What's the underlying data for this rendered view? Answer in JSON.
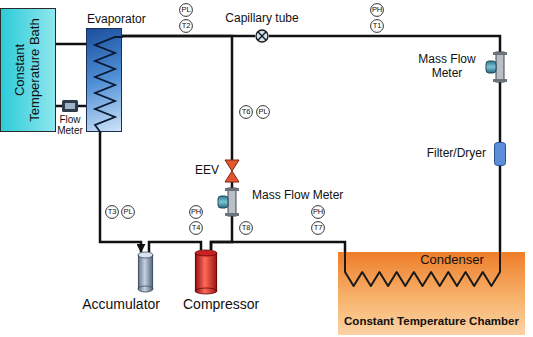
{
  "diagram": {
    "nodes": [
      {
        "text": [
          "Constant Temperature Bath"
        ]
      },
      {
        "text": [
          "Evaporator"
        ]
      },
      {
        "text": [
          "Flow Meter"
        ]
      },
      {
        "text": [
          "PL"
        ]
      },
      {
        "text": [
          "T2"
        ]
      },
      {
        "text": [
          "Capillary tube"
        ]
      },
      {
        "text": [
          "PH"
        ]
      },
      {
        "text": [
          "T1"
        ]
      },
      {
        "text": [
          "Mass Flow Meter"
        ]
      },
      {
        "text": [
          "T6"
        ]
      },
      {
        "text": [
          "PL"
        ]
      },
      {
        "text": [
          "Filter/Dryer"
        ]
      },
      {
        "text": [
          "EEV"
        ]
      },
      {
        "text": [
          "Mass Flow Meter"
        ]
      },
      {
        "text": [
          "T3"
        ]
      },
      {
        "text": [
          "PL"
        ]
      },
      {
        "text": [
          "PH"
        ]
      },
      {
        "text": [
          "T4"
        ]
      },
      {
        "text": [
          "T8"
        ]
      },
      {
        "text": [
          "PH"
        ]
      },
      {
        "text": [
          "T7"
        ]
      },
      {
        "text": [
          "Condenser",
          "Constant Temperature Chamber"
        ]
      },
      {
        "text": [
          "Accumulator"
        ]
      },
      {
        "text": [
          "Compressor"
        ]
      }
    ],
    "edges": [
      {
        "from": 1,
        "to": 0,
        "arrow": "none"
      },
      {
        "from": 0,
        "to": 2,
        "arrow": "none"
      },
      {
        "from": 2,
        "to": 1,
        "arrow": "none"
      },
      {
        "from": 1,
        "to": 22,
        "arrow": "to"
      },
      {
        "from": 22,
        "to": 23,
        "arrow": "none"
      },
      {
        "from": 23,
        "to": 21,
        "arrow": "none"
      },
      {
        "from": 23,
        "to": 13,
        "arrow": "none"
      },
      {
        "from": 21,
        "to": 11,
        "arrow": "none"
      },
      {
        "from": 11,
        "to": 8,
        "arrow": "none"
      },
      {
        "from": 8,
        "to": 5,
        "arrow": "none"
      },
      {
        "from": 5,
        "to": 1,
        "arrow": "none"
      },
      {
        "from": 13,
        "to": 12,
        "arrow": "none"
      },
      {
        "from": 12,
        "to": 1,
        "arrow": "none"
      }
    ]
  }
}
